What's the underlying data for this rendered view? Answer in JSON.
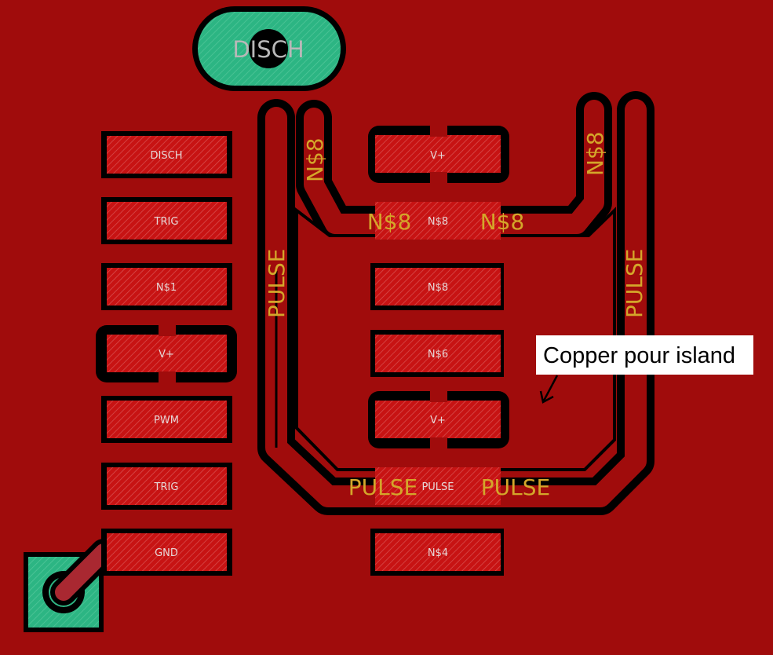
{
  "colors": {
    "board": "#a00c0c",
    "pad": "#c71313",
    "clearance": "#000000",
    "thru_hole": "#2cb583",
    "net_label": "#d4a62a",
    "callout_bg": "#ffffff"
  },
  "through_hole_pads": {
    "top_label": "DISCH"
  },
  "pads_left": [
    "DISCH",
    "TRIG",
    "N$1",
    "V+",
    "PWM",
    "TRIG",
    "GND"
  ],
  "pads_right": [
    "V+",
    "N$8",
    "N$8",
    "N$6",
    "V+",
    "PULSE",
    "N$4"
  ],
  "net_labels": {
    "n8_left_vertical": "N$8",
    "n8_right_vertical": "N$8",
    "n8_horizontal_left": "N$8",
    "n8_horizontal_right": "N$8",
    "pulse_left_vertical": "PULSE",
    "pulse_right_vertical": "PULSE",
    "pulse_horizontal_left": "PULSE",
    "pulse_horizontal_right": "PULSE"
  },
  "callout": {
    "text": "Copper pour island",
    "arrow_icon": "arrow-icon"
  }
}
